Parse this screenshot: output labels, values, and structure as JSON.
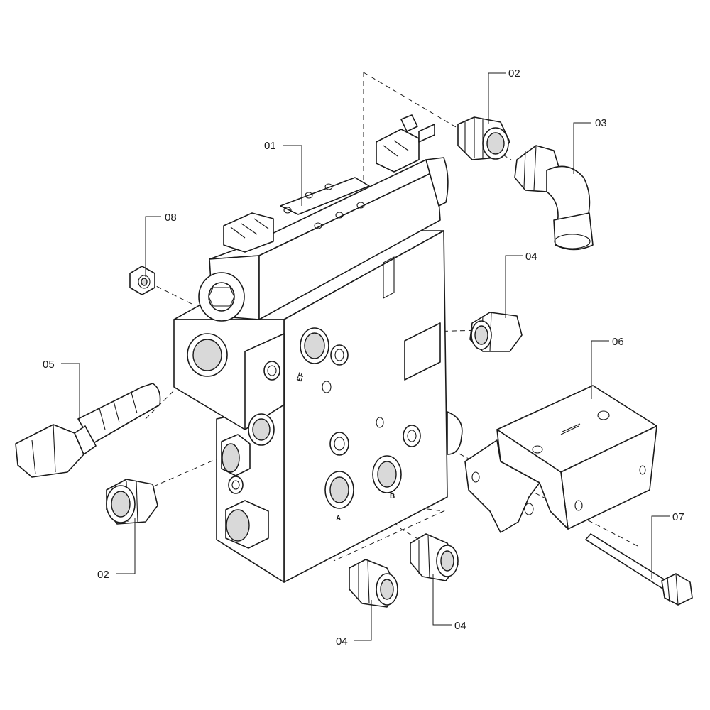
{
  "callouts": {
    "c01": "01",
    "c02_top": "02",
    "c02_bottom": "02",
    "c03": "03",
    "c04_right": "04",
    "c04_bottom_left": "04",
    "c04_bottom_right": "04",
    "c05": "05",
    "c06": "06",
    "c07": "07",
    "c08": "08"
  },
  "port_labels": {
    "ef": "EF",
    "a": "A",
    "b": "B"
  }
}
